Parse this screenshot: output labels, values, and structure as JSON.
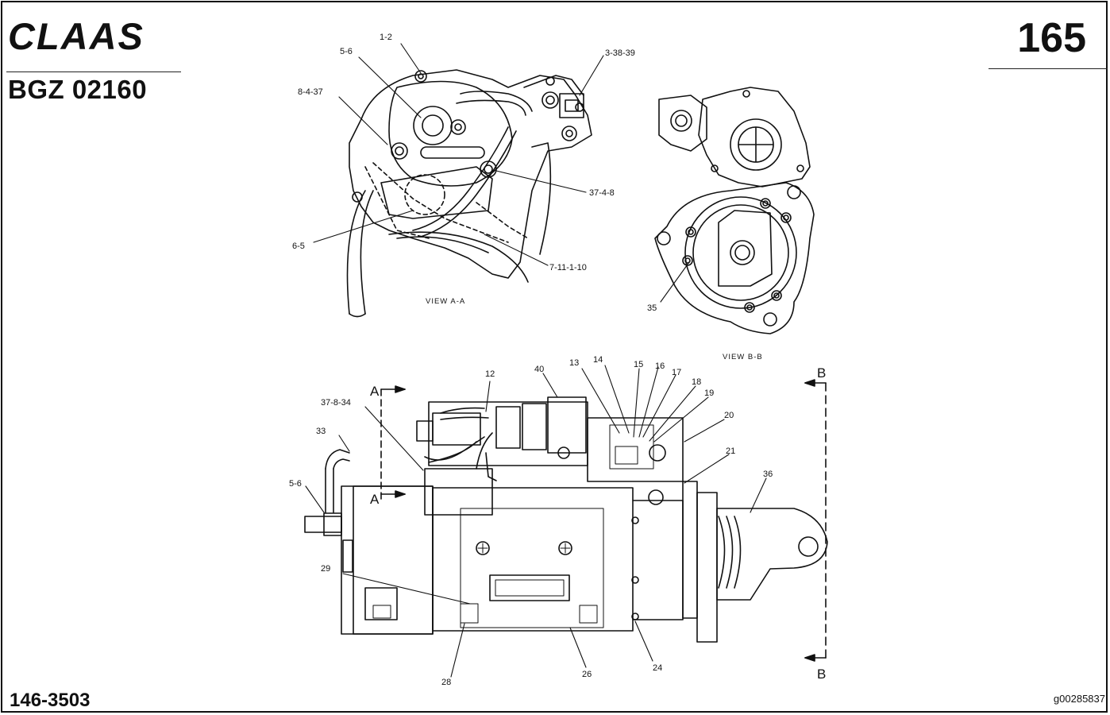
{
  "header": {
    "brand": "CLAAS",
    "doc_code": "BGZ 02160",
    "page_number": "165"
  },
  "footer": {
    "part_number": "146-3503",
    "image_id": "g00285837"
  },
  "views": {
    "view_a": "VIEW A-A",
    "view_b": "VIEW B-B"
  },
  "section_markers": {
    "a_top": "A",
    "a_bottom": "A",
    "b_top": "B",
    "b_bottom": "B"
  },
  "callouts": {
    "c_1_2": "1-2",
    "c_5_6_top": "5-6",
    "c_8_4_37": "8-4-37",
    "c_3_38_39": "3-38-39",
    "c_37_4_8": "37-4-8",
    "c_6_5": "6-5",
    "c_7_11_1_10": "7-11-1-10",
    "c_35": "35",
    "c_12": "12",
    "c_40": "40",
    "c_13": "13",
    "c_14": "14",
    "c_15": "15",
    "c_16": "16",
    "c_17": "17",
    "c_18": "18",
    "c_19": "19",
    "c_20": "20",
    "c_21": "21",
    "c_36": "36",
    "c_37_8_34": "37-8-34",
    "c_33": "33",
    "c_5_6_main": "5-6",
    "c_29": "29",
    "c_28": "28",
    "c_26": "26",
    "c_24": "24"
  }
}
